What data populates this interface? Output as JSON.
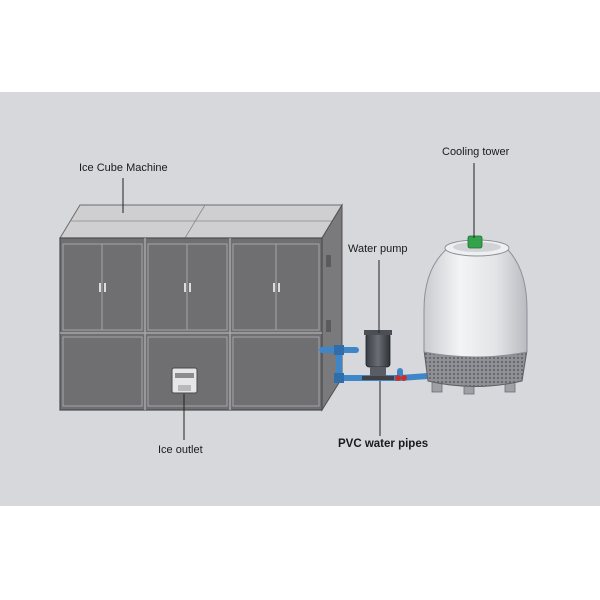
{
  "labels": {
    "ice_cube_machine": "Ice Cube Machine",
    "cooling_tower": "Cooling tower",
    "water_pump": "Water pump",
    "ice_outlet": "Ice outlet",
    "pvc_water_pipes": "PVC water pipes"
  },
  "colors": {
    "background": "#d6d8dc",
    "machine_body": "#6f6f72",
    "machine_top": "#c9c9cb",
    "pipe": "#3f86c9",
    "tower_body": "#e9eaec",
    "tower_fan": "#33a24a",
    "leader_line": "#222222"
  }
}
